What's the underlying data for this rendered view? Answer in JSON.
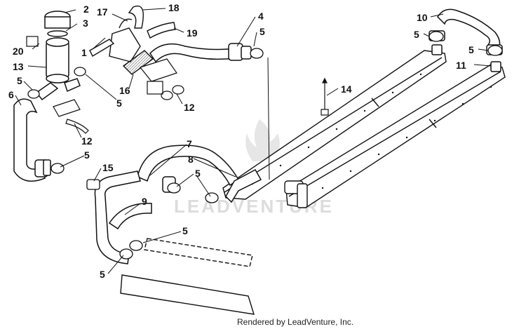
{
  "callouts": {
    "c1": "1",
    "c2": "2",
    "c3": "3",
    "c4": "4",
    "c5a": "5",
    "c5b": "5",
    "c5c": "5",
    "c5d": "5",
    "c5e": "5",
    "c5f": "5",
    "c5g": "5",
    "c5h": "5",
    "c5i": "5",
    "c6": "6",
    "c7": "7",
    "c8": "8",
    "c9": "9",
    "c10": "10",
    "c11": "11",
    "c12a": "12",
    "c12b": "12",
    "c13": "13",
    "c14": "14",
    "c15": "15",
    "c16": "16",
    "c17": "17",
    "c18": "18",
    "c19": "19",
    "c20": "20"
  },
  "watermark": "LEADVENTURE",
  "footer": "Rendered by LeadVenture, Inc."
}
